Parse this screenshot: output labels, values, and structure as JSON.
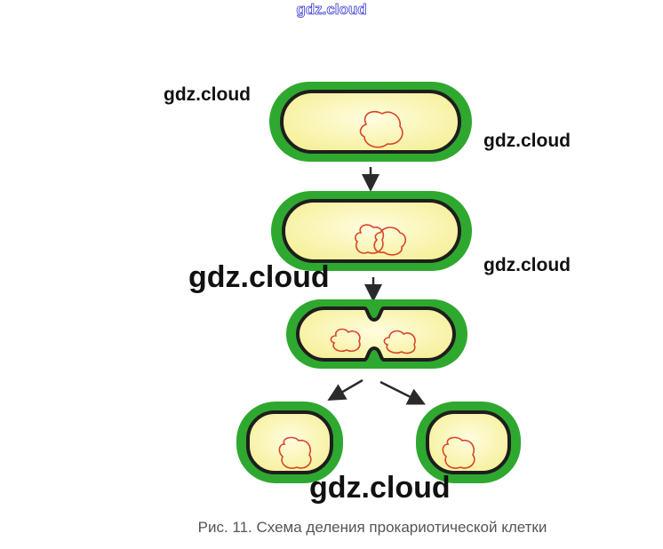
{
  "watermarks": {
    "top": "gdz.cloud",
    "w1": "gdz.cloud",
    "w2": "gdz.cloud",
    "w3": "gdz.cloud",
    "w4": "gdz.cloud",
    "w5": "gdz.cloud"
  },
  "caption": "Рис. 11. Схема деления прокариотической клетки",
  "colors": {
    "cell_wall": "#2fa82f",
    "membrane": "#1e1e1e",
    "cytoplasm": "#fbf7b0",
    "nucleoid": "#d8452a",
    "arrow": "#2a2a2a"
  }
}
